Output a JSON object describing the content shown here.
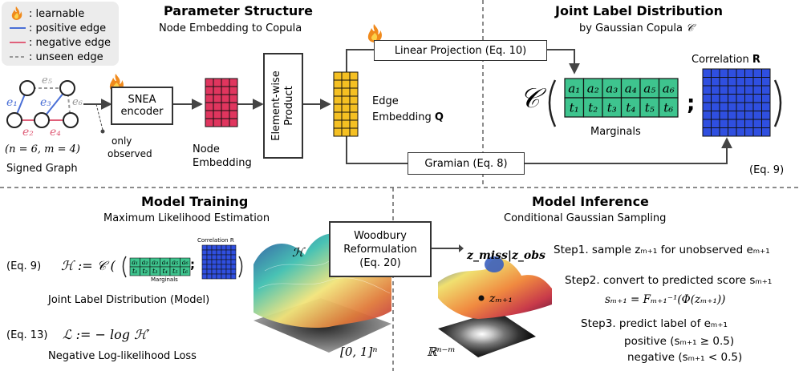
{
  "legend": {
    "learnable": ": learnable",
    "positive": ": positive edge",
    "negative": ": negative edge",
    "unseen": ": unseen edge"
  },
  "colors": {
    "positive": "#4a6fd6",
    "negative": "#e0607a",
    "unseen": "#999999",
    "node_embed": "#e0355e",
    "edge_embed": "#f5c022",
    "marginals": "#3ec48e",
    "correlation": "#2f4fe0"
  },
  "structure": {
    "title": "Parameter Structure",
    "subtitle": "Node Embedding to Copula"
  },
  "graph": {
    "e1": "e₁",
    "e2": "e₂",
    "e3": "e₃",
    "e4": "e₄",
    "e5": "e₅",
    "e6": "e₆",
    "params": "(n = 6, m = 4)",
    "caption": "Signed Graph",
    "only_observed_1": "only",
    "only_observed_2": "observed"
  },
  "snea": {
    "line1": "SNEA",
    "line2": "encoder"
  },
  "node_embedding": {
    "line1": "Node",
    "line2": "Embedding"
  },
  "product": {
    "line1": "Element-wise",
    "line2": "Product"
  },
  "edge_embedding": {
    "line1": "Edge",
    "line2": "Embedding",
    "symbol": "Q"
  },
  "linear_projection": "Linear Projection (Eq. 10)",
  "gramian": "Gramian (Eq. 8)",
  "joint": {
    "title": "Joint Label Distribution",
    "subtitle": "by Gaussian Copula",
    "subtitle_symbol": "𝒞",
    "copula_symbol": "𝒞",
    "a_labels": [
      "a₁",
      "a₂",
      "a₃",
      "a₄",
      "a₅",
      "a₆"
    ],
    "t_labels": [
      "t₁",
      "t₂",
      "t₃",
      "t₄",
      "t₅",
      "t₆"
    ],
    "marginals": "Marginals",
    "correlation": "Correlation",
    "correlation_symbol": "R",
    "eq": "(Eq. 9)"
  },
  "training": {
    "title": "Model Training",
    "subtitle": "Maximum Likelihood Estimation",
    "eq9": "(Eq. 9)",
    "h_def": "ℋ := 𝒞 (",
    "small_corr": "Correlation R",
    "small_marginals": "Marginals",
    "joint_model": "Joint Label Distribution (Model)",
    "eq13": "(Eq. 13)",
    "l_def": "ℒ := − log ℋ′",
    "nll": "Negative Log-likelihood Loss",
    "h_symbol": "ℋ",
    "interval": "[0, 1]ⁿ"
  },
  "woodbury": {
    "line1": "Woodbury",
    "line2": "Reformulation",
    "line3": "(Eq. 20)"
  },
  "inference": {
    "title": "Model Inference",
    "subtitle": "Conditional Gaussian Sampling",
    "z_cond": "z_miss|z_obs",
    "z_point": "zₘ₊₁",
    "rspace": "ℝⁿ⁻ᵐ",
    "step1": "Step1. sample zₘ₊₁  for unobserved eₘ₊₁",
    "step2": "Step2. convert to predicted score sₘ₊₁",
    "step2_eq": "sₘ₊₁ = Fₘ₊₁⁻¹(Φ(zₘ₊₁))",
    "step3": "Step3. predict label of eₘ₊₁",
    "positive": "positive  (sₘ₊₁ ≥ 0.5)",
    "negative": "negative  (sₘ₊₁ < 0.5)"
  }
}
